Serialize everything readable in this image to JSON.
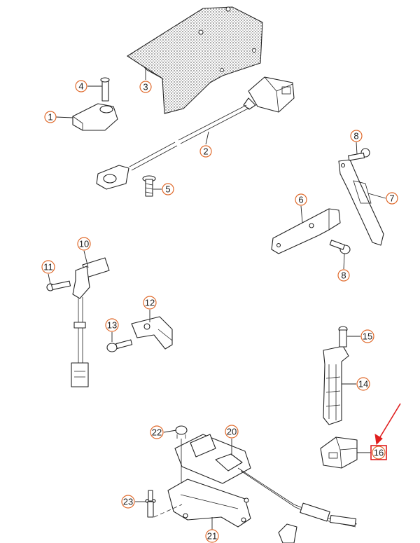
{
  "colors": {
    "callout_stroke": "#e0692a",
    "highlight": "#e01e1e",
    "line": "#222222"
  },
  "callouts": {
    "c1": "1",
    "c2": "2",
    "c3": "3",
    "c4": "4",
    "c5": "5",
    "c6": "6",
    "c7": "7",
    "c8a": "8",
    "c8b": "8",
    "c10": "10",
    "c11": "11",
    "c12": "12",
    "c13": "13",
    "c14": "14",
    "c15": "15",
    "c16": "16",
    "c20": "20",
    "c21": "21",
    "c22": "22",
    "c23": "23"
  }
}
